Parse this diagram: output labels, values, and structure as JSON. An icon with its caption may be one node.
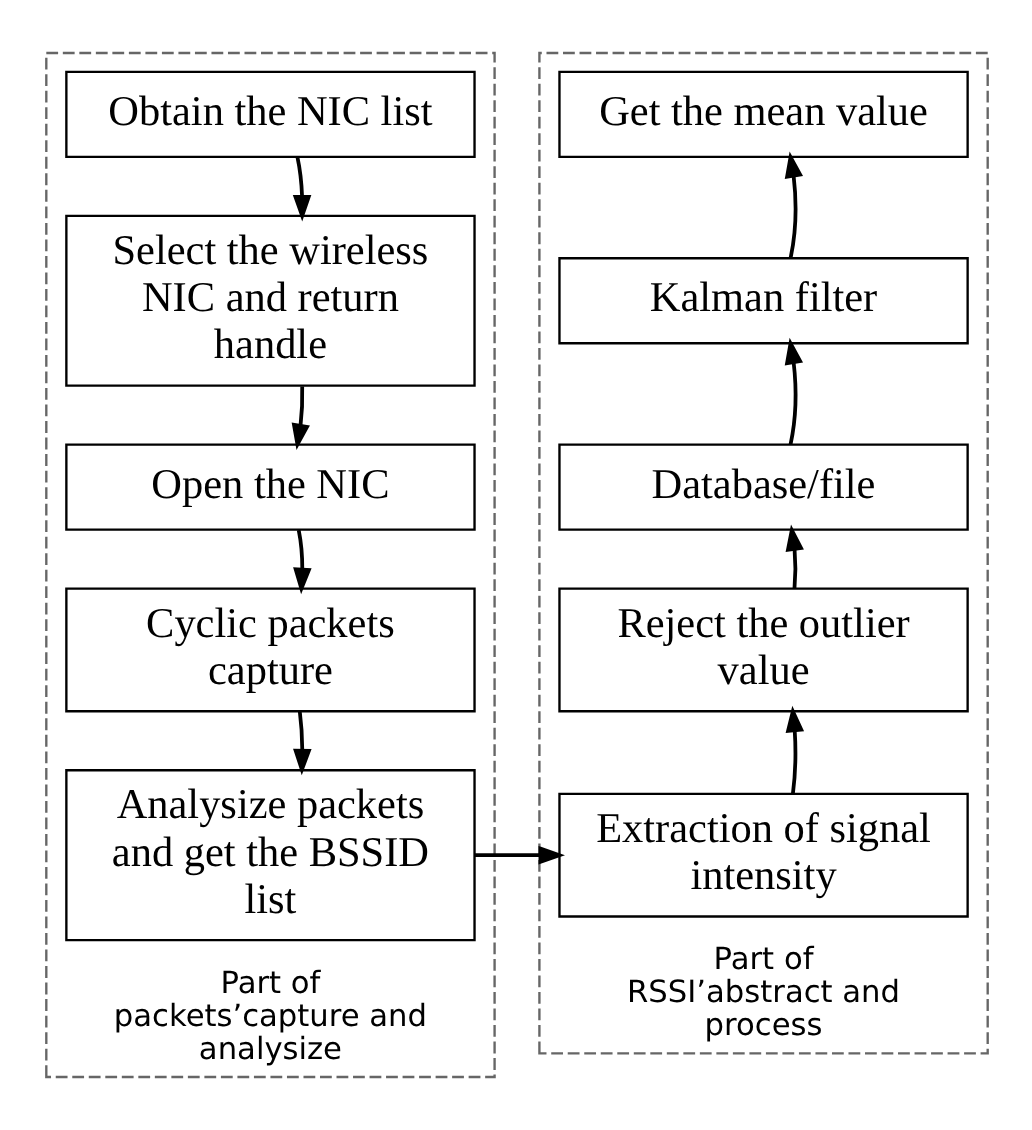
{
  "diagram": {
    "nodes": [
      {
        "text": [
          "Part of packets’capture and analysize"
        ]
      },
      {
        "text": [
          "Obtain the NIC list"
        ],
        "in": 0
      },
      {
        "text": [
          "Select the wireless NIC and return  handle"
        ],
        "in": 0
      },
      {
        "text": [
          "Open the NIC"
        ],
        "in": 0
      },
      {
        "text": [
          "Cyclic packets capture"
        ],
        "in": 0
      },
      {
        "text": [
          "Analysize packets and get the BSSID list"
        ],
        "in": 0
      },
      {
        "text": [
          "Part of RSSI’abstract and process"
        ]
      },
      {
        "text": [
          "Get the mean value"
        ],
        "in": 6
      },
      {
        "text": [
          "Kalman filter"
        ],
        "in": 6
      },
      {
        "text": [
          "Database/file"
        ],
        "in": 6
      },
      {
        "text": [
          "Reject the outlier value"
        ],
        "in": 6
      },
      {
        "text": [
          "Extraction of signal intensity"
        ],
        "in": 6
      }
    ],
    "edges": [
      {
        "from": 1,
        "to": 2,
        "arrow": "to"
      },
      {
        "from": 2,
        "to": 3,
        "arrow": "to"
      },
      {
        "from": 3,
        "to": 4,
        "arrow": "to"
      },
      {
        "from": 4,
        "to": 5,
        "arrow": "to"
      },
      {
        "from": 5,
        "to": 11,
        "arrow": "to"
      },
      {
        "from": 11,
        "to": 10,
        "arrow": "to"
      },
      {
        "from": 10,
        "to": 9,
        "arrow": "to"
      },
      {
        "from": 9,
        "to": 8,
        "arrow": "to"
      },
      {
        "from": 8,
        "to": 7,
        "arrow": "to"
      }
    ]
  }
}
